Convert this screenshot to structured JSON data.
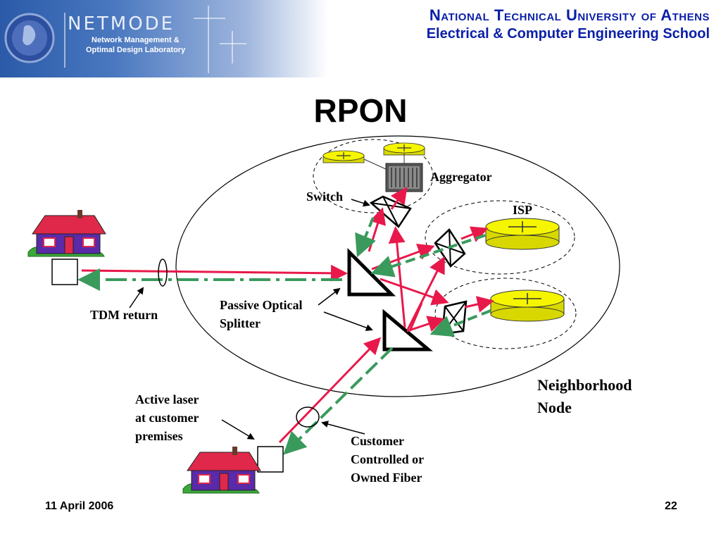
{
  "header": {
    "logo_name": "NETMODE",
    "logo_subtitle_1": "Network Management &",
    "logo_subtitle_2": "Optimal Design Laboratory",
    "university": "National Technical University of Athens",
    "school": "Electrical & Computer Engineering School"
  },
  "slide": {
    "title": "RPON"
  },
  "labels": {
    "aggregator": "Aggregator",
    "switch": "Switch",
    "isp": "ISP",
    "tdm_return": "TDM return",
    "passive_optical": "Passive Optical",
    "splitter": "Splitter",
    "neighborhood_1": "Neighborhood",
    "neighborhood_2": "Node",
    "active_laser_1": "Active laser",
    "active_laser_2": "at customer",
    "active_laser_3": "premises",
    "customer_1": "Customer",
    "customer_2": "Controlled or",
    "customer_3": "Owned Fiber"
  },
  "footer": {
    "date": "11 April 2006",
    "page": "22"
  },
  "colors": {
    "title_blue": "#0a1fa8",
    "fiber_red": "#e8194a",
    "return_green": "#3a9a5c",
    "router_yellow": "#f5f500",
    "house_roof": "#e0284a",
    "house_wall": "#5a2aa8"
  }
}
